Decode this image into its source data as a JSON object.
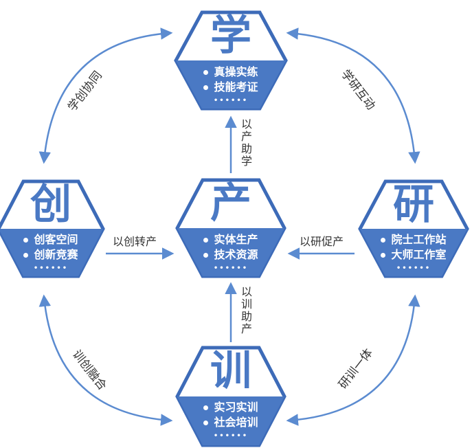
{
  "nodes": {
    "xue": {
      "title": "学",
      "items": [
        "真操实练",
        "技能考证"
      ],
      "dots": "••••••"
    },
    "chuang": {
      "title": "创",
      "items": [
        "创客空间",
        "创新竞赛"
      ],
      "dots": "••••••"
    },
    "chan": {
      "title": "产",
      "items": [
        "实体生产",
        "技术资源"
      ],
      "dots": "••••••"
    },
    "yan": {
      "title": "研",
      "items": [
        "院士工作站",
        "大师工作室"
      ],
      "dots": "••••••"
    },
    "xun": {
      "title": "训",
      "items": [
        "实习实训",
        "社会培训"
      ],
      "dots": "••••••"
    }
  },
  "connectors": {
    "top_vertical": "以产助学",
    "bottom_vertical": "以训助产",
    "left_horizontal": "以创转产",
    "right_horizontal": "以研促产"
  },
  "arcs": {
    "top_left": "学创协同",
    "top_right": "学研互动",
    "bottom_left": "训创融合",
    "bottom_right": "研训一体"
  },
  "colors": {
    "primary": "#4a79c4",
    "border": "#3d6bb8",
    "arrow": "#5b8bd0",
    "text": "#333333",
    "white": "#ffffff"
  }
}
